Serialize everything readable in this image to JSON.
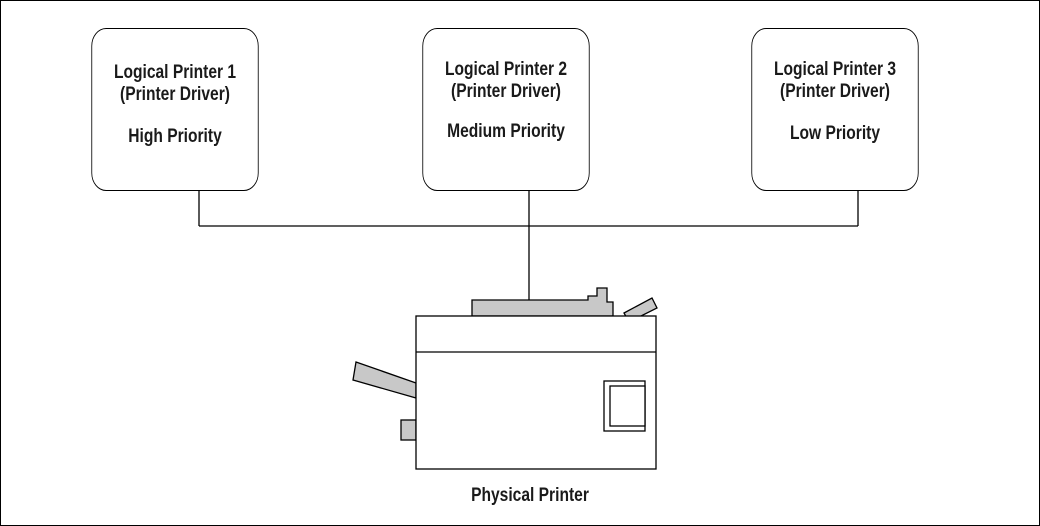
{
  "printers": [
    {
      "name": "Logical Printer 1",
      "driver": "(Printer Driver)",
      "priority": "High Priority"
    },
    {
      "name": "Logical Printer 2",
      "driver": "(Printer Driver)",
      "priority": "Medium Priority"
    },
    {
      "name": "Logical Printer 3",
      "driver": "(Printer Driver)",
      "priority": "Low Priority"
    }
  ],
  "physical_printer": {
    "label": "Physical Printer",
    "icon": "printer-icon"
  },
  "colors": {
    "stroke": "#000000",
    "tray_fill": "#c8c8c8",
    "background": "#ffffff"
  }
}
